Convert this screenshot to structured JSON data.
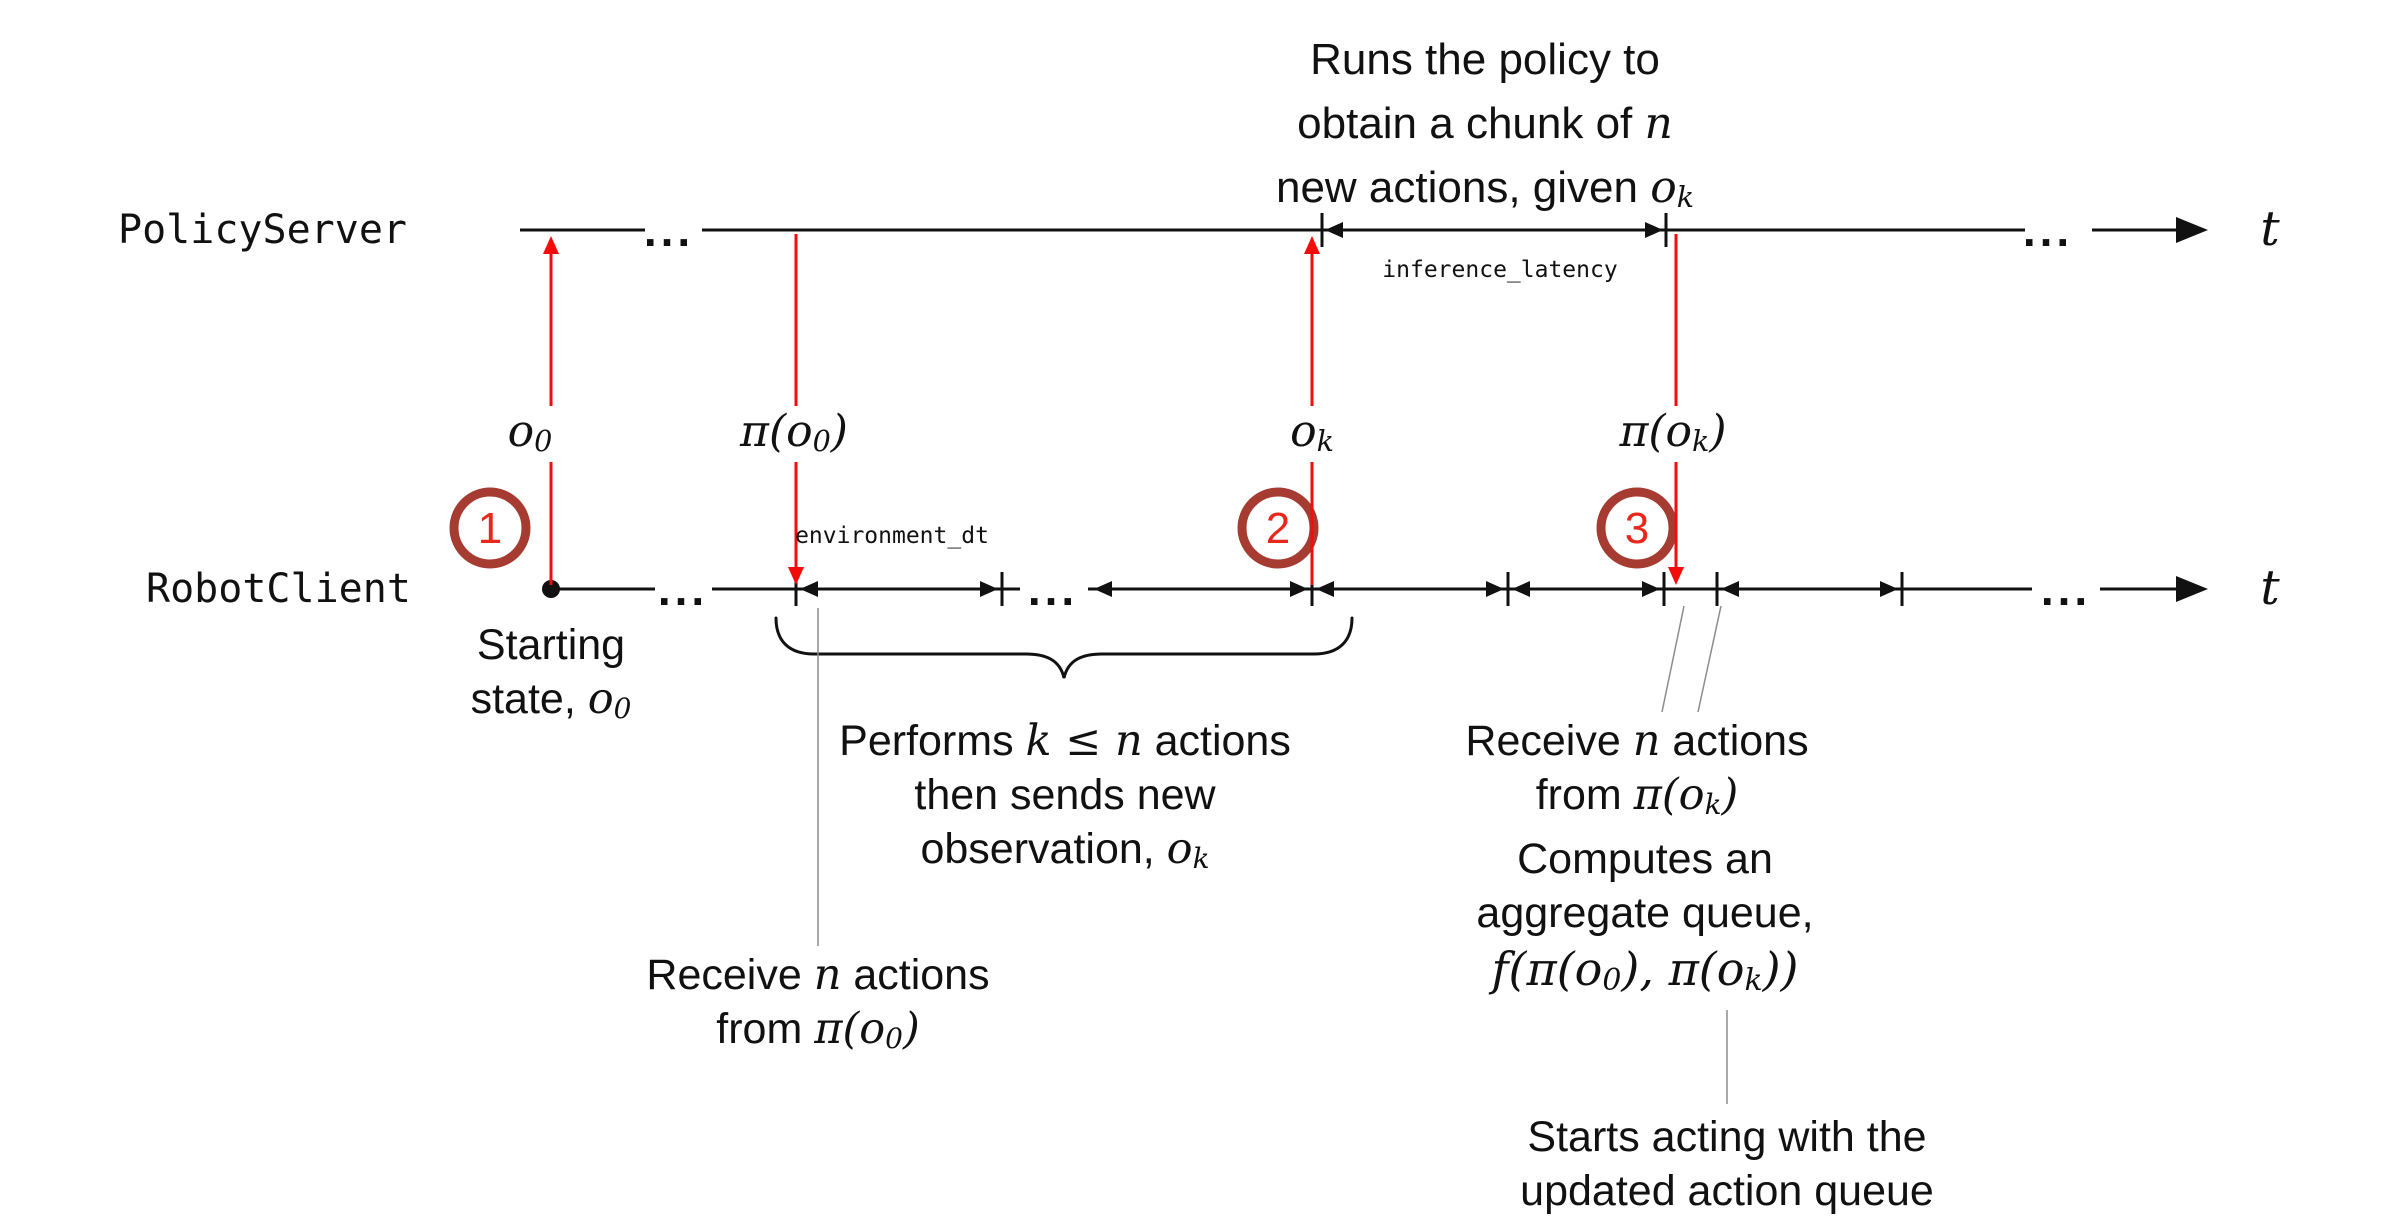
{
  "colors": {
    "red": "#f20d0a",
    "ring": "#a63b31",
    "num": "#e8281b",
    "ink": "#111111",
    "gray": "#8c8c8c"
  },
  "server": {
    "label": "PolicyServer"
  },
  "client": {
    "label": "RobotClient"
  },
  "axis": {
    "t": "t"
  },
  "ellipsis": "...",
  "top_note": {
    "line1": "Runs the policy to",
    "line2_pre": "obtain a chunk of ",
    "line2_math": "n",
    "line3_pre": "new actions, given ",
    "line3_base": "o",
    "line3_sub": "k"
  },
  "timing": {
    "inference_latency": "inference_latency",
    "environment_dt": "environment_dt"
  },
  "math_labels": {
    "o0": {
      "base": "o",
      "sub": "0"
    },
    "pi_o0": {
      "pre": "π(o",
      "sub": "0",
      "post": ")"
    },
    "ok": {
      "base": "o",
      "sub": "k"
    },
    "pi_ok": {
      "pre": "π(o",
      "sub": "k",
      "post": ")"
    }
  },
  "markers": [
    "1",
    "2",
    "3"
  ],
  "starting_note": {
    "line1": "Starting",
    "line2_pre": "state, ",
    "base": "o",
    "sub": "0"
  },
  "brace_note": {
    "line1_pre": "Performs ",
    "line1_math": "k ≤ n",
    "line1_post": " actions",
    "line2": "then sends new",
    "line3_pre": "observation, ",
    "base": "o",
    "sub": "k"
  },
  "receive_o0": {
    "line1_pre": "Receive ",
    "line1_math": "n",
    "line1_post": " actions",
    "line2_pre": "from ",
    "math_pre": "π(o",
    "sub": "0",
    "post": ")"
  },
  "receive_ok": {
    "line1_pre": "Receive ",
    "line1_math": "n",
    "line1_post": " actions",
    "line2_pre": "from ",
    "math_pre": "π(o",
    "sub": "k",
    "post": ")"
  },
  "computes_note": {
    "line1": "Computes an",
    "line2": "aggregate queue,",
    "math_pre": "f(π(o",
    "sub1": "0",
    "mid": "), π(o",
    "sub2": "k",
    "post": "))"
  },
  "starts_note": {
    "line1": "Starts acting with the",
    "line2": "updated action queue"
  }
}
